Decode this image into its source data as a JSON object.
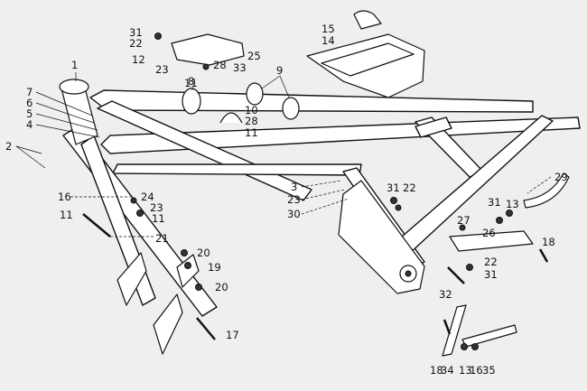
{
  "diagram": {
    "callouts": [
      {
        "id": "c1",
        "text": "1"
      },
      {
        "id": "c2",
        "text": "2"
      },
      {
        "id": "c3",
        "text": "3"
      },
      {
        "id": "c4",
        "text": "4"
      },
      {
        "id": "c5",
        "text": "5"
      },
      {
        "id": "c6",
        "text": "6"
      },
      {
        "id": "c7",
        "text": "7"
      },
      {
        "id": "c8",
        "text": "8"
      },
      {
        "id": "c9",
        "text": "9"
      },
      {
        "id": "c10",
        "text": "10"
      },
      {
        "id": "c11a",
        "text": "11"
      },
      {
        "id": "c11b",
        "text": "11"
      },
      {
        "id": "c11c",
        "text": "11"
      },
      {
        "id": "c11d",
        "text": "11"
      },
      {
        "id": "c12",
        "text": "12"
      },
      {
        "id": "c13a",
        "text": "13"
      },
      {
        "id": "c13b",
        "text": "13"
      },
      {
        "id": "c14",
        "text": "14"
      },
      {
        "id": "c15",
        "text": "15"
      },
      {
        "id": "c16a",
        "text": "16"
      },
      {
        "id": "c16b",
        "text": "16"
      },
      {
        "id": "c17",
        "text": "17"
      },
      {
        "id": "c18a",
        "text": "18"
      },
      {
        "id": "c18b",
        "text": "18"
      },
      {
        "id": "c19",
        "text": "19"
      },
      {
        "id": "c20a",
        "text": "20"
      },
      {
        "id": "c20b",
        "text": "20"
      },
      {
        "id": "c21",
        "text": "21"
      },
      {
        "id": "c22a",
        "text": "22"
      },
      {
        "id": "c22b",
        "text": "22"
      },
      {
        "id": "c22c",
        "text": "22"
      },
      {
        "id": "c23a",
        "text": "23"
      },
      {
        "id": "c23b",
        "text": "23"
      },
      {
        "id": "c23c",
        "text": "23"
      },
      {
        "id": "c24",
        "text": "24"
      },
      {
        "id": "c25",
        "text": "25"
      },
      {
        "id": "c26",
        "text": "26"
      },
      {
        "id": "c27",
        "text": "27"
      },
      {
        "id": "c28a",
        "text": "28"
      },
      {
        "id": "c28b",
        "text": "28"
      },
      {
        "id": "c29",
        "text": "29"
      },
      {
        "id": "c30",
        "text": "30"
      },
      {
        "id": "c31a",
        "text": "31"
      },
      {
        "id": "c31b",
        "text": "31"
      },
      {
        "id": "c31c",
        "text": "31"
      },
      {
        "id": "c31d",
        "text": "31"
      },
      {
        "id": "c32",
        "text": "32"
      },
      {
        "id": "c33",
        "text": "33"
      },
      {
        "id": "c34",
        "text": "34"
      },
      {
        "id": "c35",
        "text": "35"
      }
    ]
  }
}
